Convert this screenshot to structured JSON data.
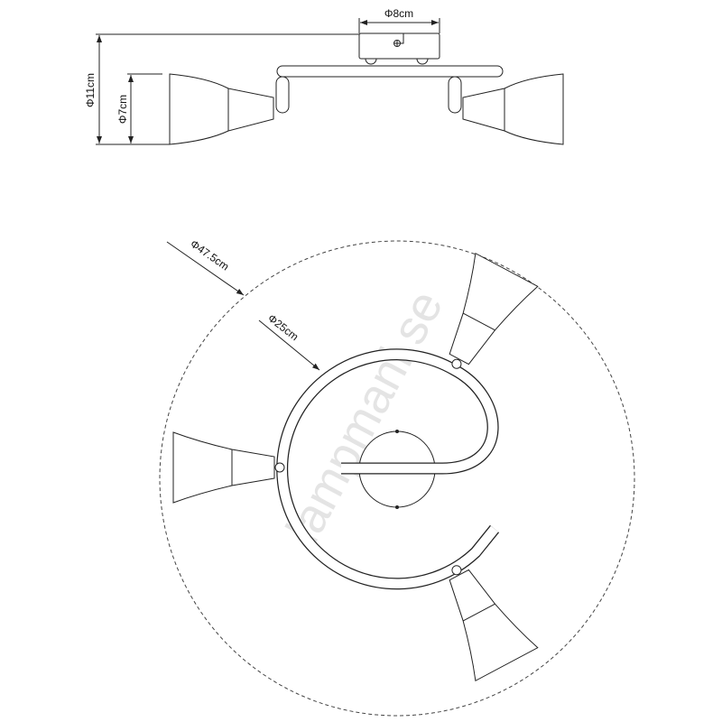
{
  "watermark": "lampmani.se",
  "side_view": {
    "canopy_diameter_label": "Φ8cm",
    "total_height_label": "Φ11cm",
    "shade_height_label": "Φ7cm"
  },
  "top_view": {
    "overall_diameter_label": "Φ47.5cm",
    "arm_diameter_label": "Φ25cm"
  },
  "colors": {
    "line": "#222222",
    "watermark": "#e4e4e4",
    "background": "#ffffff"
  }
}
